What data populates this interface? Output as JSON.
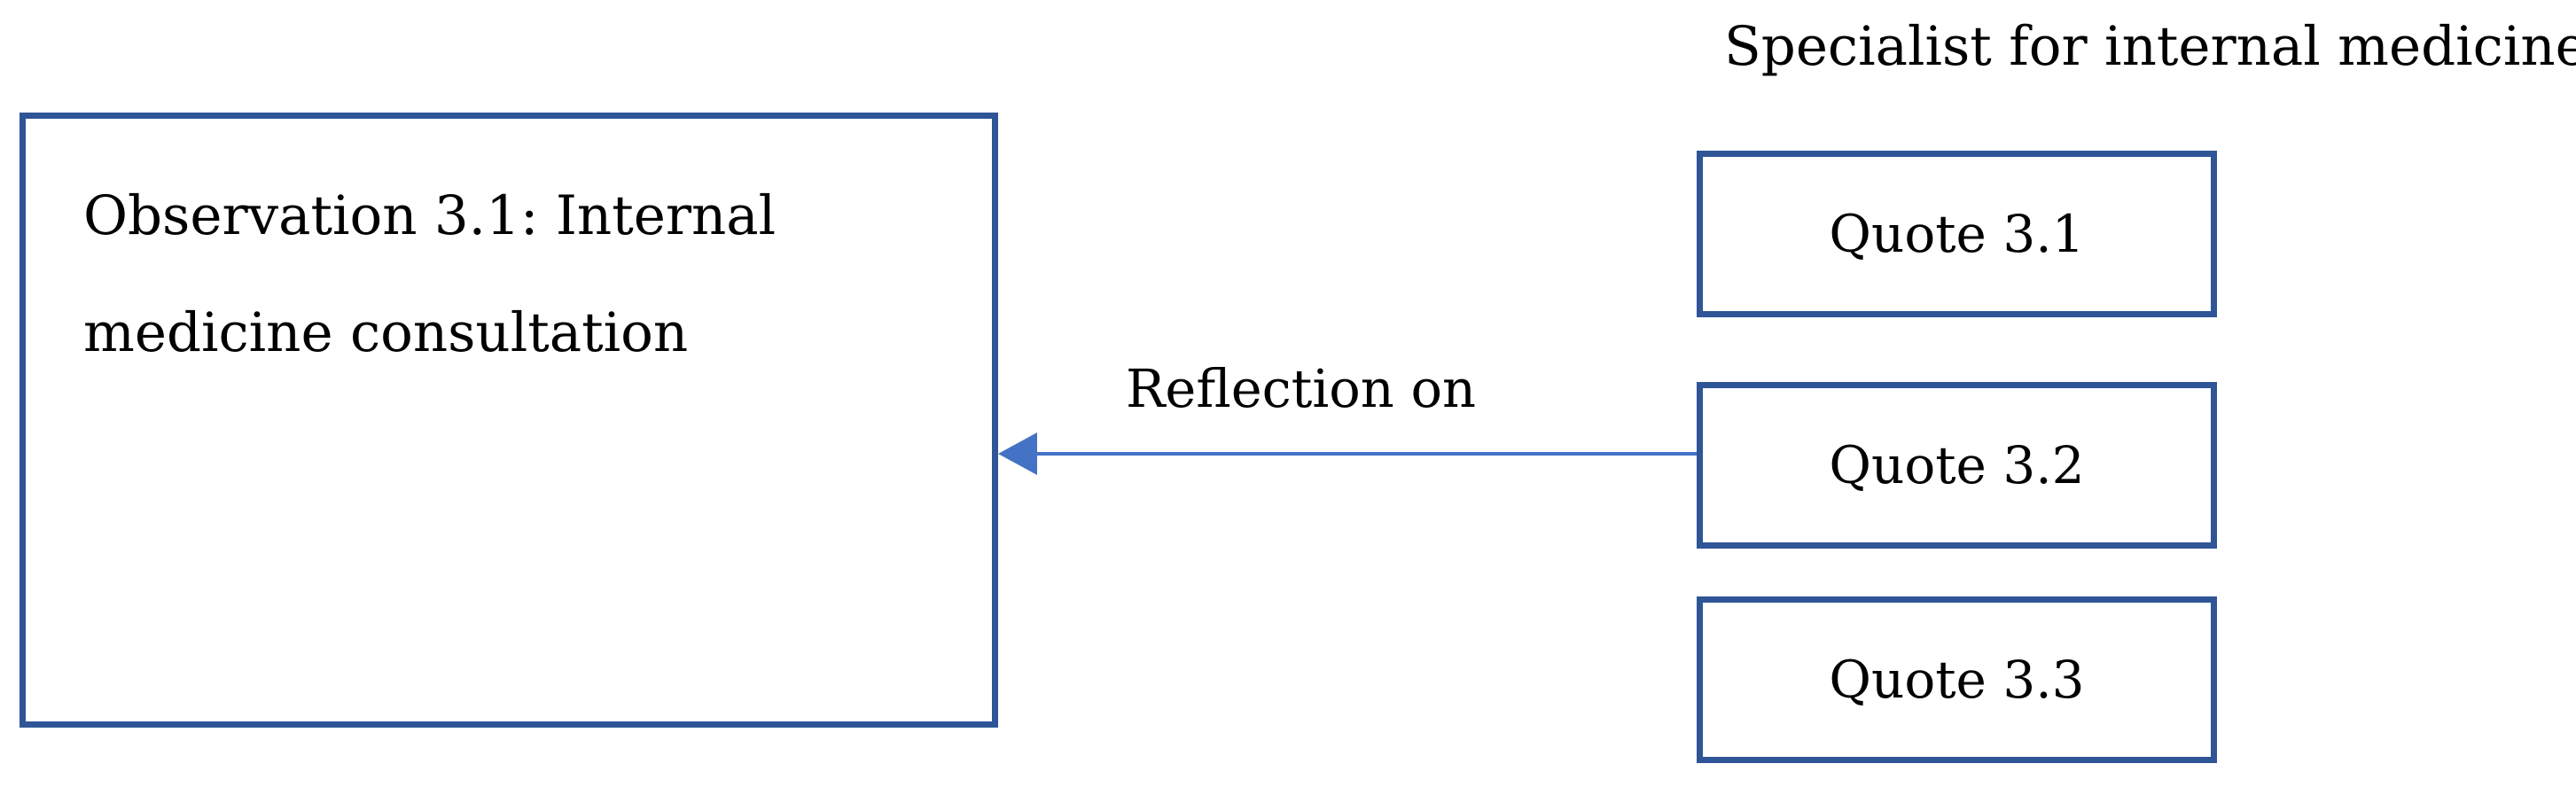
{
  "diagram": {
    "accent_color": "#2F5597",
    "arrow_color": "#4472C4",
    "specialist_heading": "Specialist for internal medicine:",
    "observation": {
      "line1": "Observation 3.1: Internal",
      "line2": "medicine consultation"
    },
    "edge_label": "Reflection on",
    "quotes": [
      "Quote 3.1",
      "Quote 3.2",
      "Quote 3.3"
    ]
  }
}
